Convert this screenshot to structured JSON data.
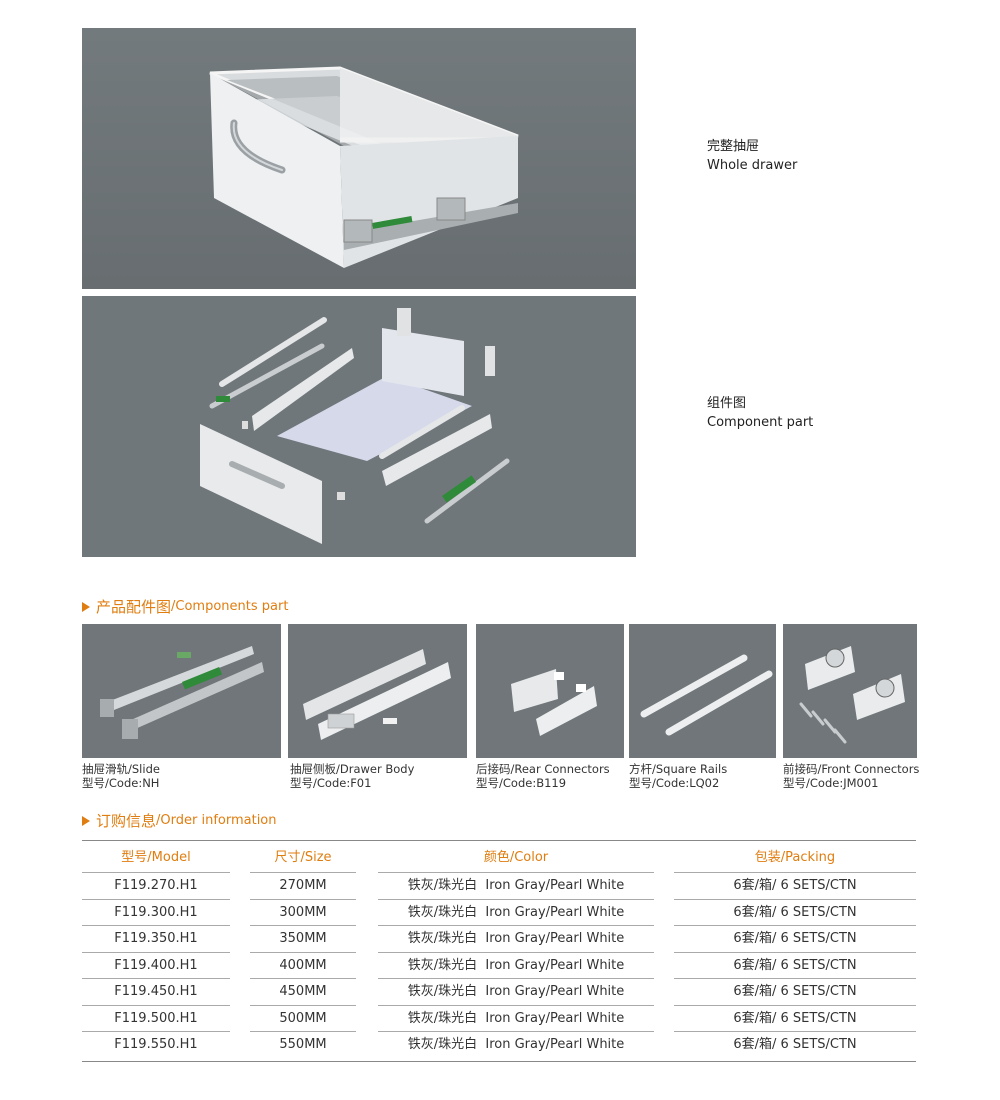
{
  "whole_drawer": {
    "caption_cn": "完整抽屉",
    "caption_en": "Whole drawer"
  },
  "component_view": {
    "caption_cn": "组件图",
    "caption_en": "Component part"
  },
  "components_section": {
    "title_cn": "产品配件图",
    "title_en": "/Components part",
    "items": [
      {
        "line1": "抽屉滑轨/Slide",
        "line2": "型号/Code:NH"
      },
      {
        "line1": "抽屉侧板/Drawer Body",
        "line2": "型号/Code:F01"
      },
      {
        "line1": "后接码/Rear Connectors",
        "line2": "型号/Code:B119"
      },
      {
        "line1": "方杆/Square Rails",
        "line2": "型号/Code:LQ02"
      },
      {
        "line1": "前接码/Front Connectors",
        "line2": "型号/Code:JM001"
      }
    ]
  },
  "order_section": {
    "title_cn": "订购信息",
    "title_en": "/Order information",
    "headers": {
      "model": "型号/Model",
      "size": "尺寸/Size",
      "color": "颜色/Color",
      "packing": "包装/Packing"
    },
    "rows": [
      {
        "model": "F119.270.H1",
        "size": "270MM",
        "color": "铁灰/珠光白  Iron Gray/Pearl White",
        "packing": "6套/箱/ 6 SETS/CTN"
      },
      {
        "model": "F119.300.H1",
        "size": "300MM",
        "color": "铁灰/珠光白  Iron Gray/Pearl White",
        "packing": "6套/箱/ 6 SETS/CTN"
      },
      {
        "model": "F119.350.H1",
        "size": "350MM",
        "color": "铁灰/珠光白  Iron Gray/Pearl White",
        "packing": "6套/箱/ 6 SETS/CTN"
      },
      {
        "model": "F119.400.H1",
        "size": "400MM",
        "color": "铁灰/珠光白  Iron Gray/Pearl White",
        "packing": "6套/箱/ 6 SETS/CTN"
      },
      {
        "model": "F119.450.H1",
        "size": "450MM",
        "color": "铁灰/珠光白  Iron Gray/Pearl White",
        "packing": "6套/箱/ 6 SETS/CTN"
      },
      {
        "model": "F119.500.H1",
        "size": "500MM",
        "color": "铁灰/珠光白  Iron Gray/Pearl White",
        "packing": "6套/箱/ 6 SETS/CTN"
      },
      {
        "model": "F119.550.H1",
        "size": "550MM",
        "color": "铁灰/珠光白  Iron Gray/Pearl White",
        "packing": "6套/箱/ 6 SETS/CTN"
      }
    ]
  },
  "colors": {
    "accent": "#e07d10",
    "photo_background": "#6f7578"
  }
}
